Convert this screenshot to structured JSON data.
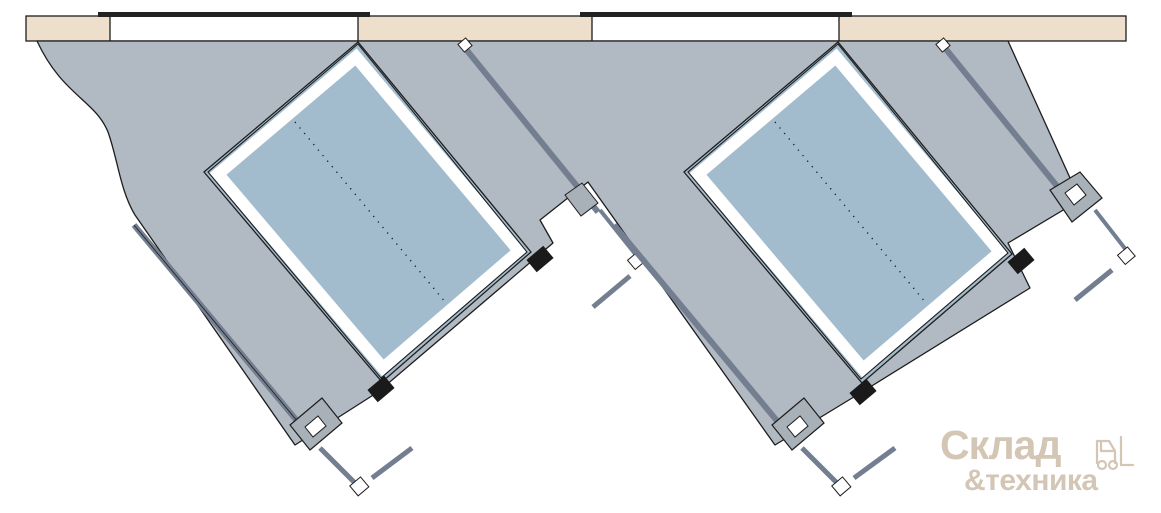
{
  "diagram": {
    "kind": "loading dock plan view",
    "dock_count": 2
  },
  "colors": {
    "wall": "#eedfcc",
    "wall_opening": "#ffffff",
    "wall_seal_strip": "#222222",
    "pit_fill": "#b1b9c2",
    "leveler_fill": "#a3bccd",
    "leveler_frame": "#ffffff",
    "door_panel": "#737f90",
    "bumper": "#1a1a1a",
    "bracket": "#a8b0b8",
    "outline": "#1d1d1d",
    "watermark": "#d4c6b4"
  },
  "watermark": {
    "line1": "Склад",
    "line2": "&техника",
    "icon": "forklift-icon"
  }
}
